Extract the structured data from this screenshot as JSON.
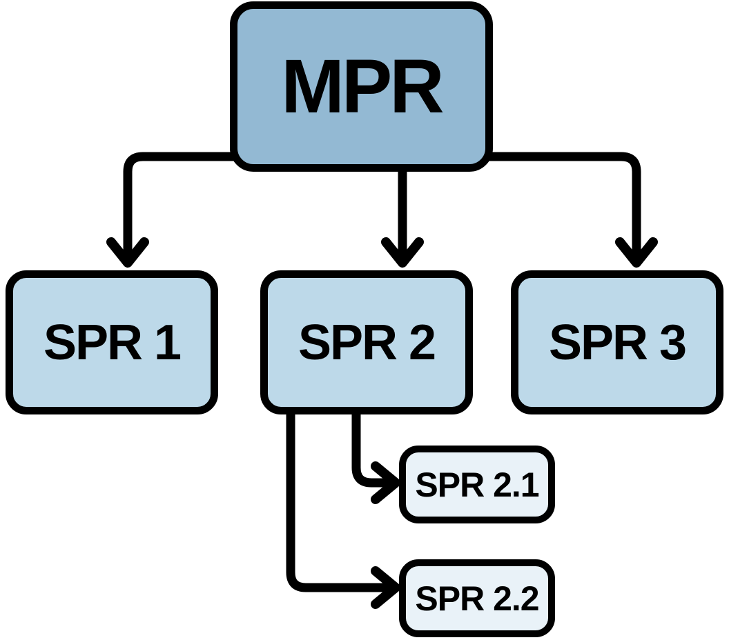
{
  "diagram": {
    "title": "MPR / SPR hierarchy flowchart",
    "border_color": "#000000",
    "line_color": "#000000",
    "text_color": "#000000",
    "background": "#ffffff",
    "nodes": [
      {
        "id": "mpr",
        "label": "MPR",
        "fill": "#93b9d3"
      },
      {
        "id": "spr1",
        "label": "SPR 1",
        "fill": "#bdd9e9"
      },
      {
        "id": "spr2",
        "label": "SPR 2",
        "fill": "#bdd9e9"
      },
      {
        "id": "spr3",
        "label": "SPR 3",
        "fill": "#bdd9e9"
      },
      {
        "id": "spr21",
        "label": "SPR 2.1",
        "fill": "#e9f2f8"
      },
      {
        "id": "spr22",
        "label": "SPR 2.2",
        "fill": "#e9f2f8"
      }
    ],
    "edges": [
      {
        "from": "mpr",
        "to": "spr1"
      },
      {
        "from": "mpr",
        "to": "spr2"
      },
      {
        "from": "mpr",
        "to": "spr3"
      },
      {
        "from": "spr2",
        "to": "spr21"
      },
      {
        "from": "spr2",
        "to": "spr22"
      }
    ]
  }
}
